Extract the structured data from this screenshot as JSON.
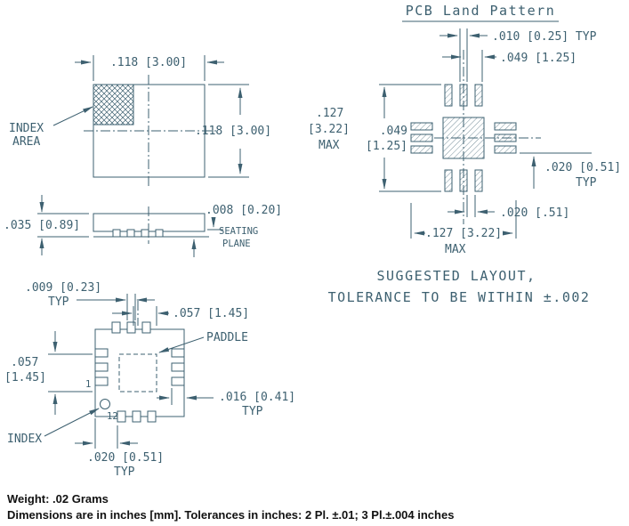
{
  "title": "PCB Land Pattern",
  "colors": {
    "draw": "#3d6070",
    "footer": "#111111"
  },
  "top_view": {
    "dim_width": ".118 [3.00]",
    "dim_height": ".118 [3.00]",
    "index_line1": "INDEX",
    "index_line2": "AREA"
  },
  "side_view": {
    "dim_height": ".035 [0.89]",
    "dim_lead": ".008 [0.20]",
    "seating_line1": "SEATING",
    "seating_line2": "PLANE"
  },
  "bottom_view": {
    "dim_pad_width": ".009 [0.23]",
    "dim_pad_width_typ": "TYP",
    "dim_pitch_h": ".057 [1.45]",
    "paddle_label": "PADDLE",
    "dim_pitch_v1": ".057",
    "dim_pitch_v2": "[1.45]",
    "pin_first": "1",
    "pin_last": "12",
    "dim_pad_len": ".016 [0.41]",
    "dim_pad_len_typ": "TYP",
    "index_label": "INDEX",
    "dim_corner": ".020 [0.51]",
    "dim_corner_typ": "TYP"
  },
  "land_pattern": {
    "dim_pad_width": ".010 [0.25] TYP",
    "dim_pitch_top": ".049 [1.25]",
    "dim_height1": ".127",
    "dim_height2": "[3.22]",
    "dim_height3": "MAX",
    "dim_center1": ".049",
    "dim_center2": "[1.25]",
    "dim_pad_len": ".020 [0.51]",
    "dim_pad_len_typ": "TYP",
    "dim_gap": ".020 [.51]",
    "dim_width": ".127 [3.22]",
    "dim_width_max": "MAX",
    "note_line1": "SUGGESTED LAYOUT,",
    "note_line2": "TOLERANCE TO BE WITHIN ±.002"
  },
  "footer": {
    "weight": "Weight: .02 Grams",
    "note": "Dimensions are in inches [mm]. Tolerances in inches: 2 Pl. ±.01; 3 Pl.±.004 inches"
  }
}
